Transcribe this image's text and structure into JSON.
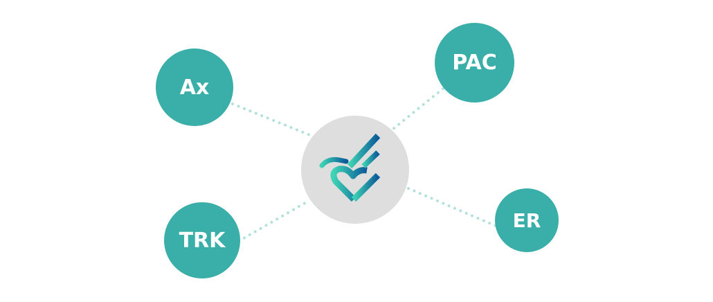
{
  "nodes": [
    {
      "id": "ax",
      "label": "Ax"
    },
    {
      "id": "pac",
      "label": "PAC"
    },
    {
      "id": "trk",
      "label": "TRK"
    },
    {
      "id": "er",
      "label": "ER"
    }
  ],
  "center": {
    "icon": "heart-check-wing-logo"
  },
  "colors": {
    "node": "#3aaea8",
    "connector": "#b4e0dc",
    "hub": "#dedede",
    "logo_start": "#3ed3b4",
    "logo_end": "#0a5a99"
  }
}
